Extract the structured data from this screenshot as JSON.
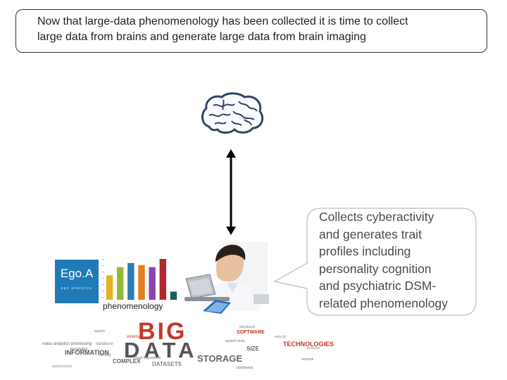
{
  "header": {
    "text": "Now that large-data phenomenology has been collected it is time to collect\nlarge data from brains and generate large data from brain imaging"
  },
  "callout": {
    "text": "Collects cyberactivity\nand generates trait\nprofiles including\npersonality cognition\nand psychiatric DSM-\nrelated phenomenology"
  },
  "logo": {
    "word": "Ego.A",
    "sub": "ego analytics"
  },
  "chart_data": {
    "type": "bar",
    "categories": [
      "",
      "",
      "",
      "",
      "",
      "",
      ""
    ],
    "values": [
      6,
      8,
      9,
      8.5,
      8,
      10,
      2
    ],
    "colors": [
      "#e6b120",
      "#94b934",
      "#2e7ab5",
      "#e67e22",
      "#8e44ad",
      "#b2262f",
      "#17605e"
    ],
    "xlabel": "phenomenology"
  },
  "wordcloud": {
    "big": "BIG",
    "data": "DATA",
    "storage": "STORAGE",
    "information": "INFORMATION",
    "complex": "COMPLEX",
    "datasets": "DATASETS",
    "software": "SOFTWARE",
    "technologies": "TECHNOLOGIES",
    "size": "SIZE"
  },
  "colors": {
    "logo": "#1f7ab7",
    "wordcloud_red": "#c0392b",
    "wordcloud_dark": "#555555"
  }
}
